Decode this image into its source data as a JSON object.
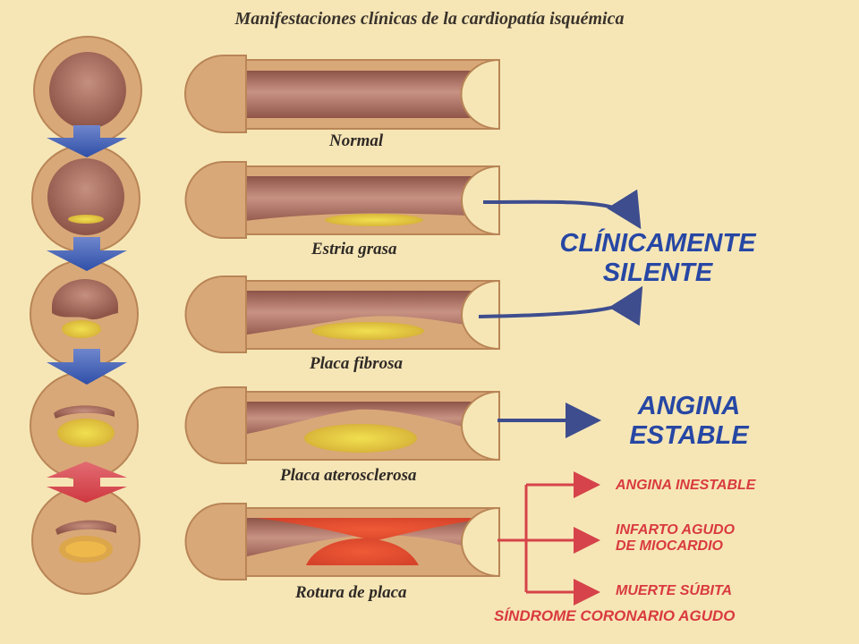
{
  "title": "Manifestaciones clínicas de la cardiopatía isquémica",
  "stages": [
    {
      "caption": "Normal"
    },
    {
      "caption": "Estria grasa"
    },
    {
      "caption": "Placa fibrosa"
    },
    {
      "caption": "Placa aterosclerosa"
    },
    {
      "caption": "Rotura de placa"
    }
  ],
  "outcomes": {
    "silent_line1": "CLÍNICAMENTE",
    "silent_line2": "SILENTE",
    "stable_line1": "ANGINA",
    "stable_line2": "ESTABLE",
    "unstable": "ANGINA INESTABLE",
    "infarct_line1": "INFARTO AGUDO",
    "infarct_line2": "DE MIOCARDIO",
    "sudden_death": "MUERTE SÚBITA",
    "syndrome": "SÍNDROME CORONARIO AGUDO"
  },
  "colors": {
    "background": "#f6e6b6",
    "vessel_wall": "#d9a878",
    "lumen": "#a86a5b",
    "plaque": "#e3cc3c",
    "rupture": "#e0462f",
    "blue_text": "#2747a4",
    "red_text": "#d93a3f"
  }
}
